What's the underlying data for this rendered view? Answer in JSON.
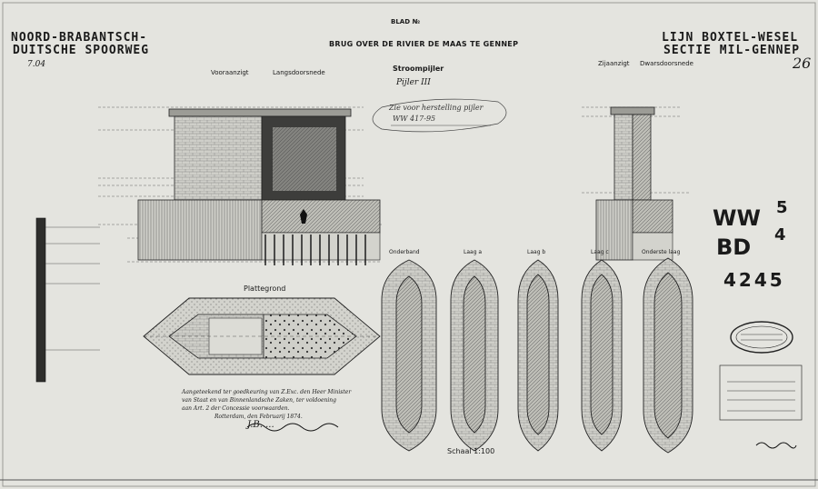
{
  "header": {
    "sheet_no": "BLAD №",
    "company_line1": "NOORD-BRABANTSCH-",
    "company_line2": "DUITSCHE SPOORWEG",
    "line_line1": "LIJN BOXTEL-WESEL",
    "line_line2": "SECTIE MIL-GENNEP",
    "subject": "BRUG OVER DE RIVIER DE MAAS TE GENNEP",
    "page_mark": "26",
    "ref_mark": "7.04"
  },
  "elevation": {
    "left_label": "Vooraanzigt",
    "right_label": "Langsdoorsnede",
    "side_label": "Zijaanzigt",
    "cross_label": "Dwarsdoorsnede"
  },
  "pier_title": "Stroompijler",
  "pier_subtitle": "Pijler III",
  "pencil_note_1": "Zie voor herstelling pijler",
  "pencil_note_2": "WW 417-95",
  "plan_label": "Plattegrond",
  "courses": [
    "Onderband",
    "Laag a",
    "Laag b",
    "Laag c",
    "Onderste laag"
  ],
  "scale": "Schaal 1:100",
  "stamp_codes": {
    "ww": "WW",
    "ww_sup": "5",
    "bd": "BD",
    "bd_sup": "4",
    "number": "4245"
  },
  "approval": [
    "Aangeteekend ter goedkeuring van Z.Exc. den Heer Minister",
    "van Staat en van Binnenlandsche Zaken, ter voldoening",
    "aan Art. 2 der Concessie voorwaarden.",
    "Rotterdam, den   Februarij 1874."
  ],
  "signature": "J.B. ..."
}
